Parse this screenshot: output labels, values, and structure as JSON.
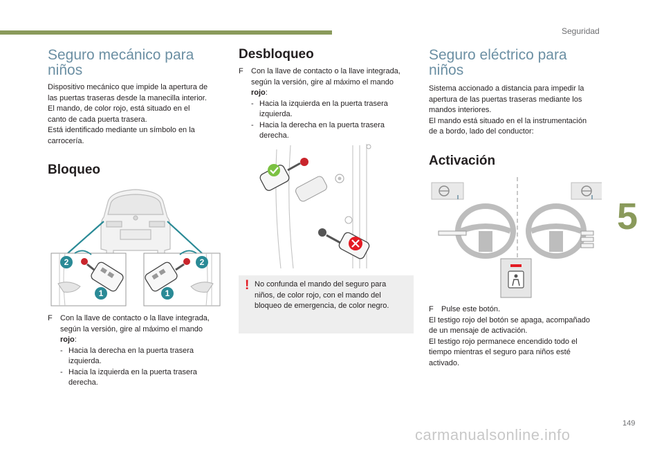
{
  "header": {
    "section": "Seguridad"
  },
  "chapter_number": "5",
  "page_number": "149",
  "watermark": "carmanualsonline.info",
  "left": {
    "title_line1": "Seguro mecánico para",
    "title_line2": "niños",
    "paragraph_lines": [
      "Dispositivo mecánico que impide la apertura de",
      "las puertas traseras desde la manecilla interior.",
      "El mando, de color rojo, está situado en el",
      "canto de cada puerta trasera.",
      "Está identificado mediante un símbolo en la",
      "carrocería."
    ],
    "bloqueo_title": "Bloqueo",
    "bloqueo_bullet_line1": "Con la llave de contacto o la llave integrada,",
    "bloqueo_bullet_line2": "según la versión, gire al máximo el mando",
    "bloqueo_bullet_bold": "rojo",
    "bloqueo_bullet_colon": ":",
    "bloqueo_sub1_line1": "Hacia la derecha en la puerta trasera",
    "bloqueo_sub1_line2": "izquierda.",
    "bloqueo_sub2_line1": "Hacia la izquierda en la puerta trasera",
    "bloqueo_sub2_line2": "derecha."
  },
  "middle": {
    "title": "Desbloqueo",
    "bullet_line1": "Con la llave de contacto o la llave integrada,",
    "bullet_line2": "según la versión, gire al máximo el mando",
    "bullet_bold": "rojo",
    "bullet_colon": ":",
    "sub1_line1": "Hacia la izquierda en la puerta trasera",
    "sub1_line2": "izquierda.",
    "sub2_line1": "Hacia la derecha en la puerta trasera",
    "sub2_line2": "derecha.",
    "warning_mark": "!",
    "warning_lines": [
      "No confunda el mando del seguro para",
      "niños, de color rojo, con el mando del",
      "bloqueo de emergencia, de color negro."
    ]
  },
  "right": {
    "title_line1": "Seguro eléctrico para",
    "title_line2": "niños",
    "paragraph_lines": [
      "Sistema accionado a distancia para impedir la",
      "apertura de las puertas traseras mediante los",
      "mandos interiores.",
      "El mando está situado en el la instrumentación",
      "de a bordo, lado del conductor:"
    ],
    "activacion_title": "Activación",
    "bullet": "Pulse este botón.",
    "after_lines": [
      "El testigo rojo del botón se apaga, acompañado",
      "de un mensaje de activación.",
      "El testigo rojo permanece encendido todo el",
      "tiempo mientras el seguro para niños esté",
      "activado."
    ]
  },
  "bullet_marker": "",
  "dash": "-",
  "callouts": {
    "one": "1",
    "two": "2"
  },
  "colors": {
    "accent_green": "#8a9a5b",
    "heading_blue": "#6b8fa3",
    "callout_teal": "#2a8a96",
    "warning_red": "#e31b23"
  }
}
